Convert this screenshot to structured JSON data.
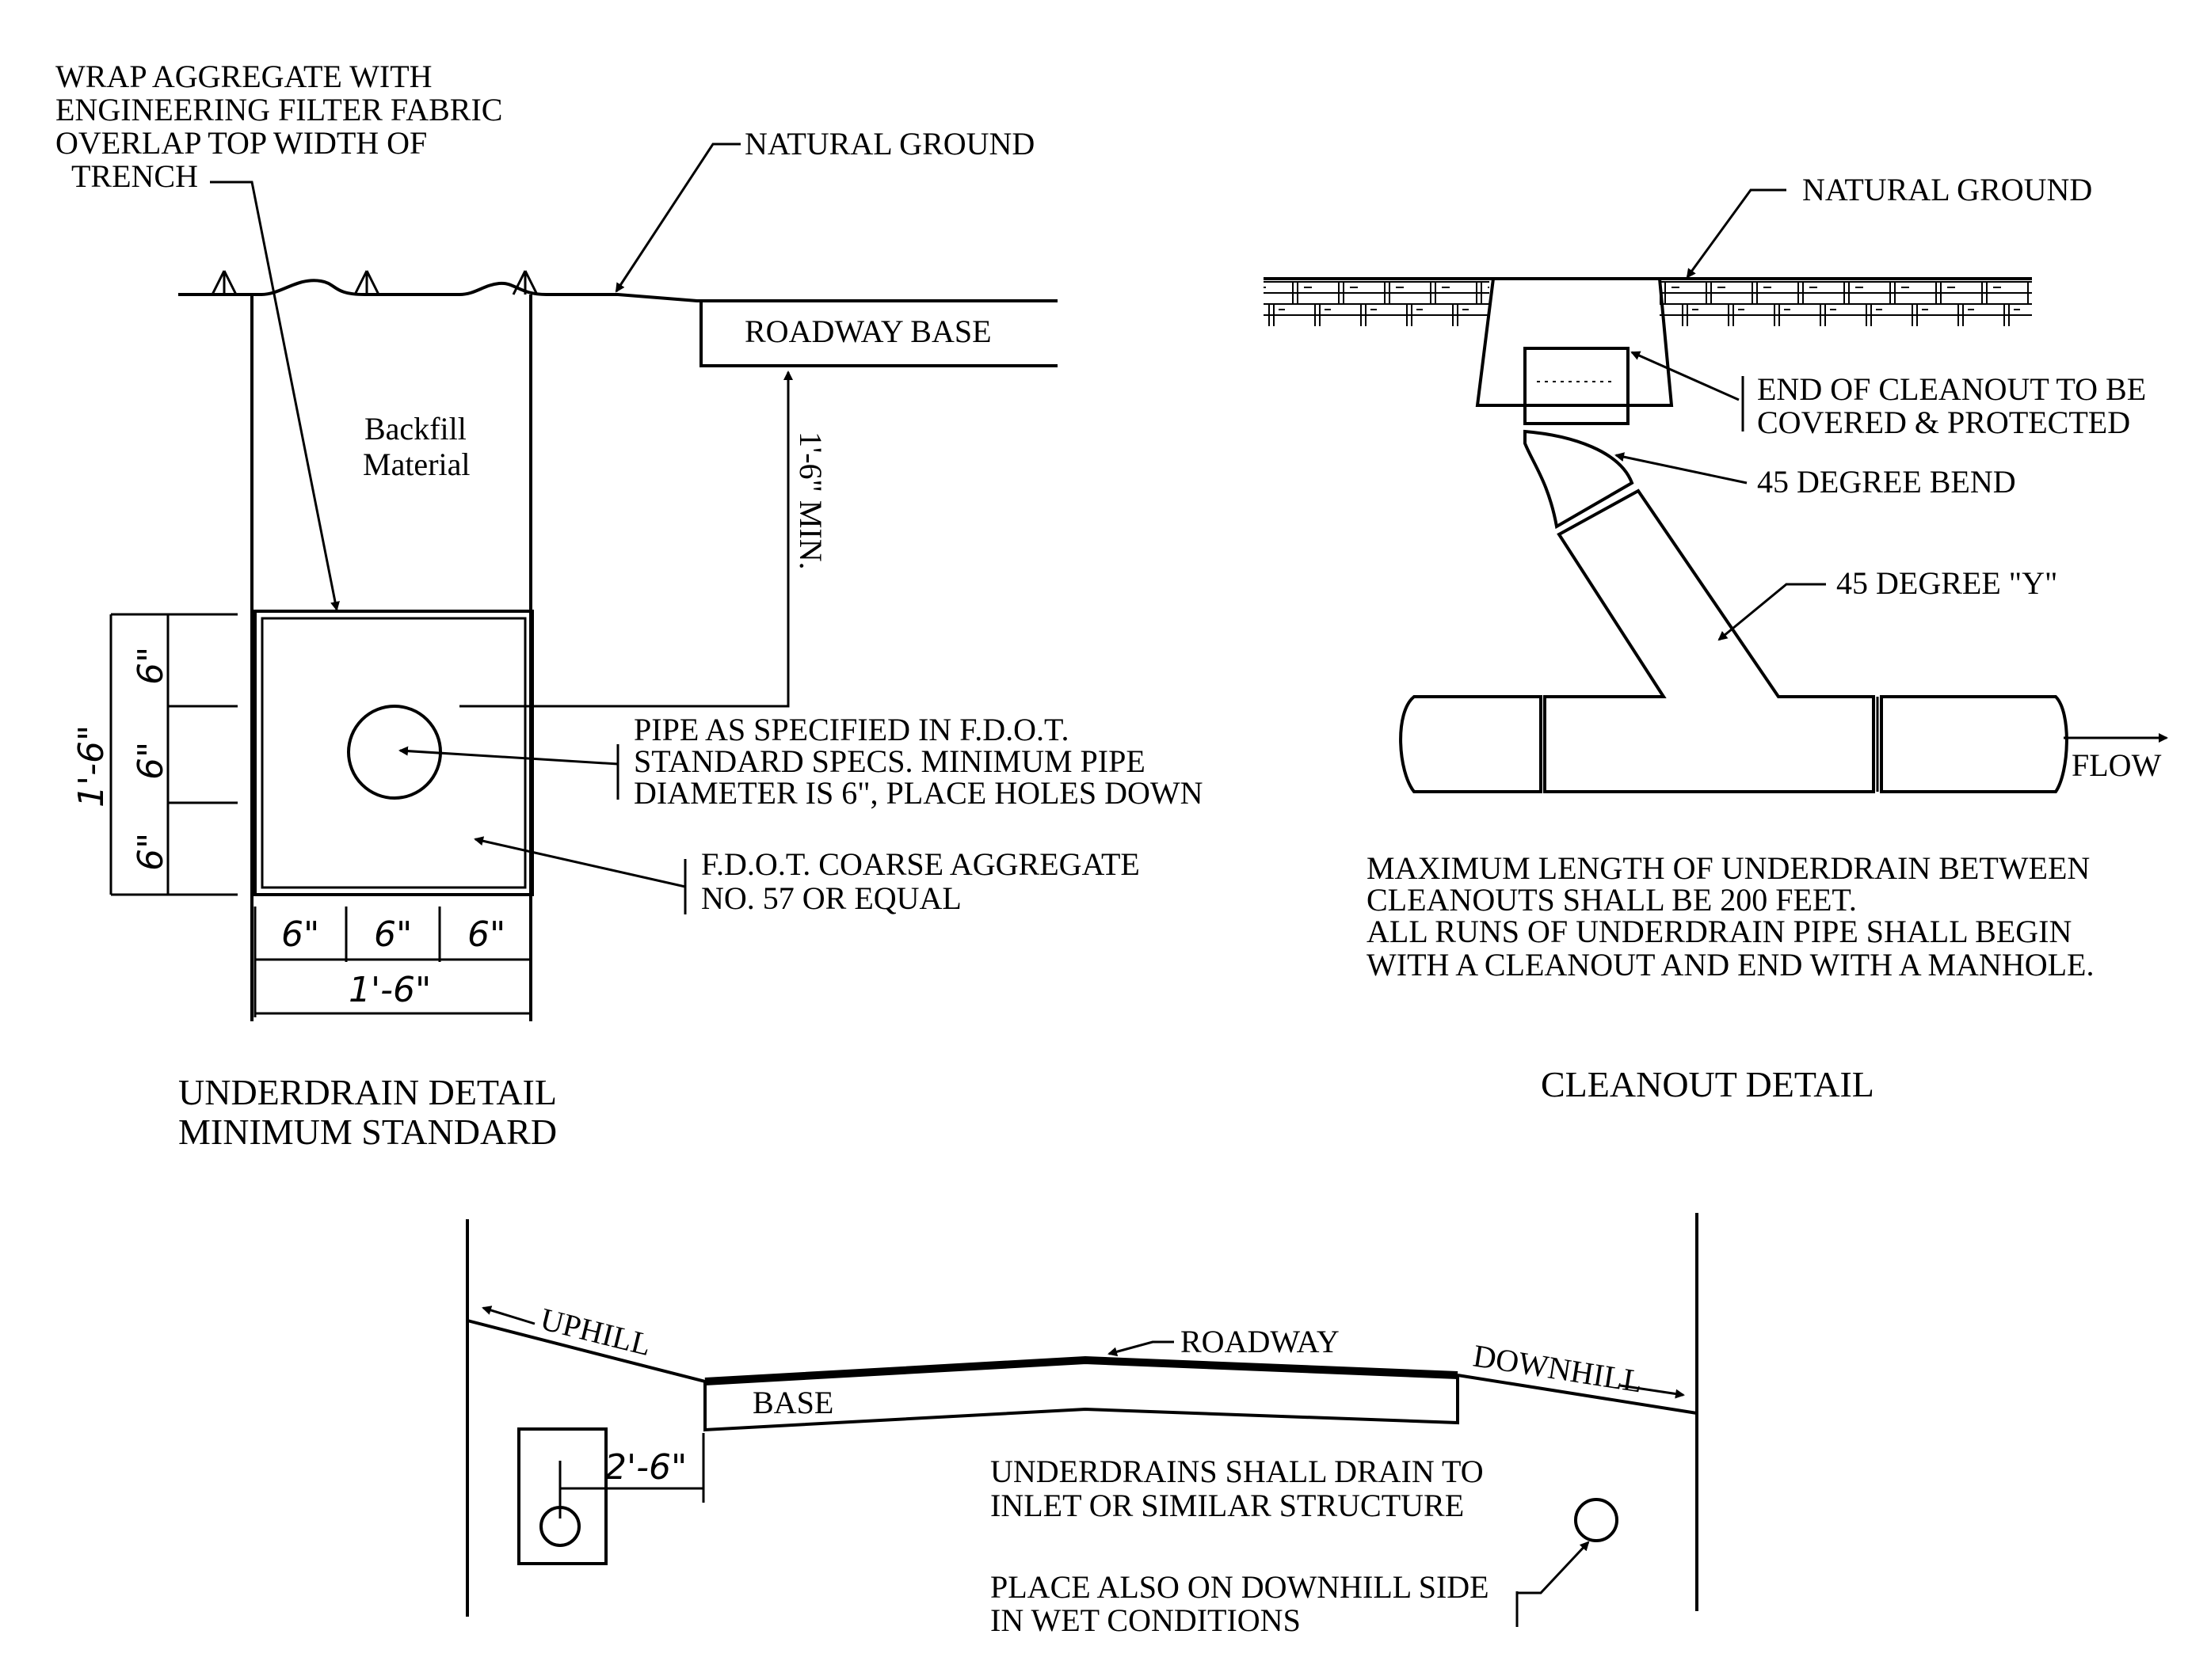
{
  "underdrain_detail": {
    "note_wrap": [
      "WRAP AGGREGATE WITH",
      "ENGINEERING FILTER FABRIC",
      "OVERLAP TOP WIDTH OF",
      "TRENCH"
    ],
    "natural_ground": "NATURAL GROUND",
    "roadway_base": "ROADWAY BASE",
    "backfill": [
      "Backfill",
      "Material"
    ],
    "min_depth": "1'-6\" MIN.",
    "pipe_note": [
      "PIPE AS SPECIFIED IN F.D.O.T.",
      "STANDARD SPECS.  MINIMUM PIPE",
      "DIAMETER IS 6\", PLACE HOLES DOWN"
    ],
    "aggregate_note": [
      "F.D.O.T. COARSE AGGREGATE",
      "NO. 57 OR EQUAL"
    ],
    "dim_6": "6\"",
    "dim_total": "1'-6\"",
    "title": [
      "UNDERDRAIN DETAIL",
      "MINIMUM STANDARD"
    ]
  },
  "cleanout_detail": {
    "natural_ground": "NATURAL GROUND",
    "end_note": [
      "END OF CLEANOUT TO BE",
      "COVERED & PROTECTED"
    ],
    "bend": "45 DEGREE BEND",
    "wye": "45 DEGREE \"Y\"",
    "flow": "FLOW",
    "notes": [
      "MAXIMUM LENGTH OF UNDERDRAIN BETWEEN",
      "CLEANOUTS SHALL BE 200 FEET.",
      "ALL RUNS OF UNDERDRAIN PIPE SHALL BEGIN",
      "WITH A CLEANOUT AND END WITH A MANHOLE."
    ],
    "title": "CLEANOUT DETAIL"
  },
  "profile": {
    "uphill": "UPHILL",
    "roadway": "ROADWAY",
    "downhill": "DOWNHILL",
    "base": "BASE",
    "offset": "2'-6\"",
    "drain_note": [
      "UNDERDRAINS SHALL DRAIN TO",
      "INLET OR SIMILAR STRUCTURE"
    ],
    "downhill_note": [
      "PLACE ALSO ON DOWNHILL SIDE",
      "IN WET CONDITIONS"
    ]
  }
}
